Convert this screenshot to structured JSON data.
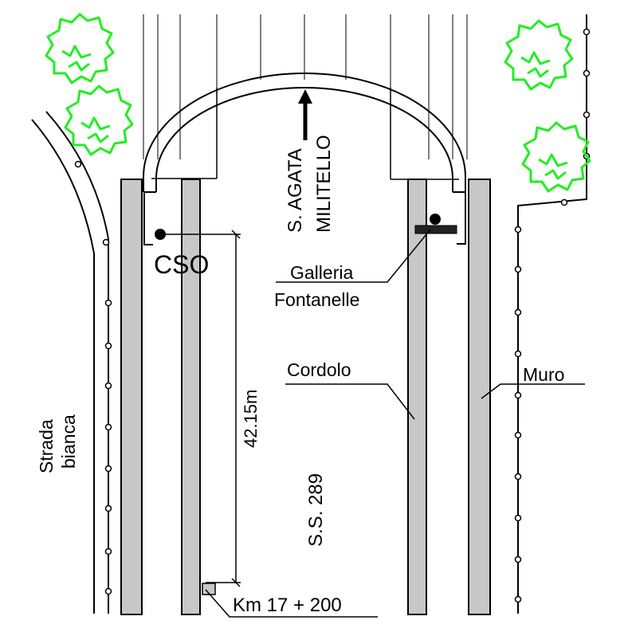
{
  "labels": {
    "direction_line1": "S. AGATA",
    "direction_line2": "MILITELLO",
    "cso": "CSO",
    "galleria_line1": "Galleria",
    "galleria_line2": "Fontanelle",
    "cordolo": "Cordolo",
    "muro": "Muro",
    "distance": "42.15m",
    "road": "S.S. 289",
    "strada_line1": "Strada",
    "strada_line2": "bianca",
    "km": "Km 17 + 200"
  },
  "colors": {
    "wall_fill": "#c8c8c8",
    "tree": "#22ee22",
    "ink": "#000000"
  }
}
